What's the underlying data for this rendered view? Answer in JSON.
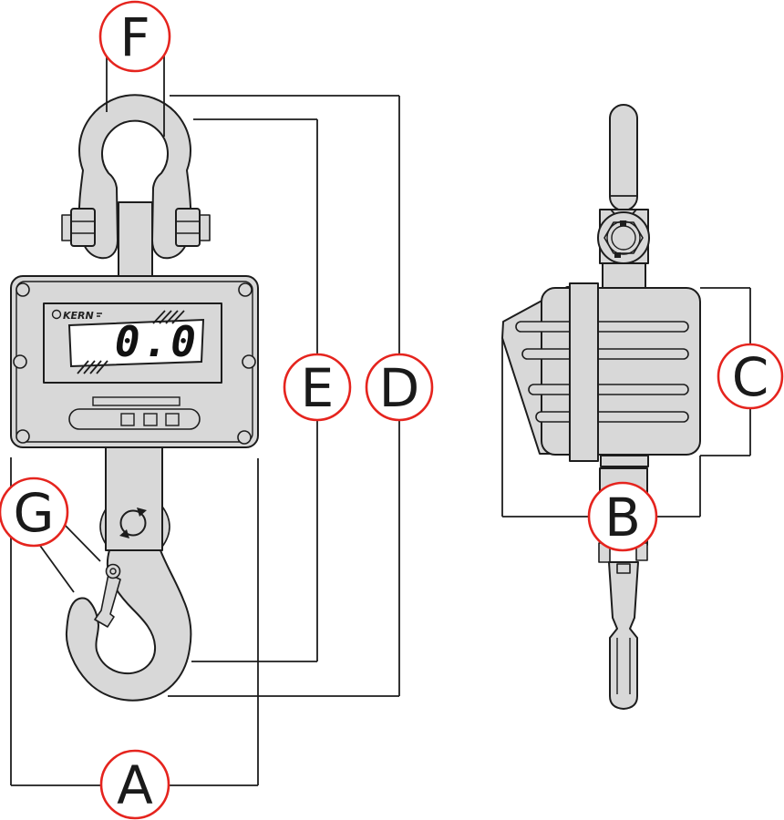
{
  "figure": {
    "kind": "crane-scale-dimension-diagram",
    "views": [
      "front",
      "side"
    ]
  },
  "callouts": {
    "A": "A",
    "B": "B",
    "C": "C",
    "D": "D",
    "E": "E",
    "F": "F",
    "G": "G"
  },
  "display": {
    "brand": "KERN",
    "value": "0.0"
  },
  "colors": {
    "callout_ring": "#e5241e",
    "part_fill": "#d8d8d8",
    "outline": "#1d1d1d",
    "background": "#ffffff",
    "lcd_fill": "#ffffff",
    "text": "#1a1a1a"
  }
}
